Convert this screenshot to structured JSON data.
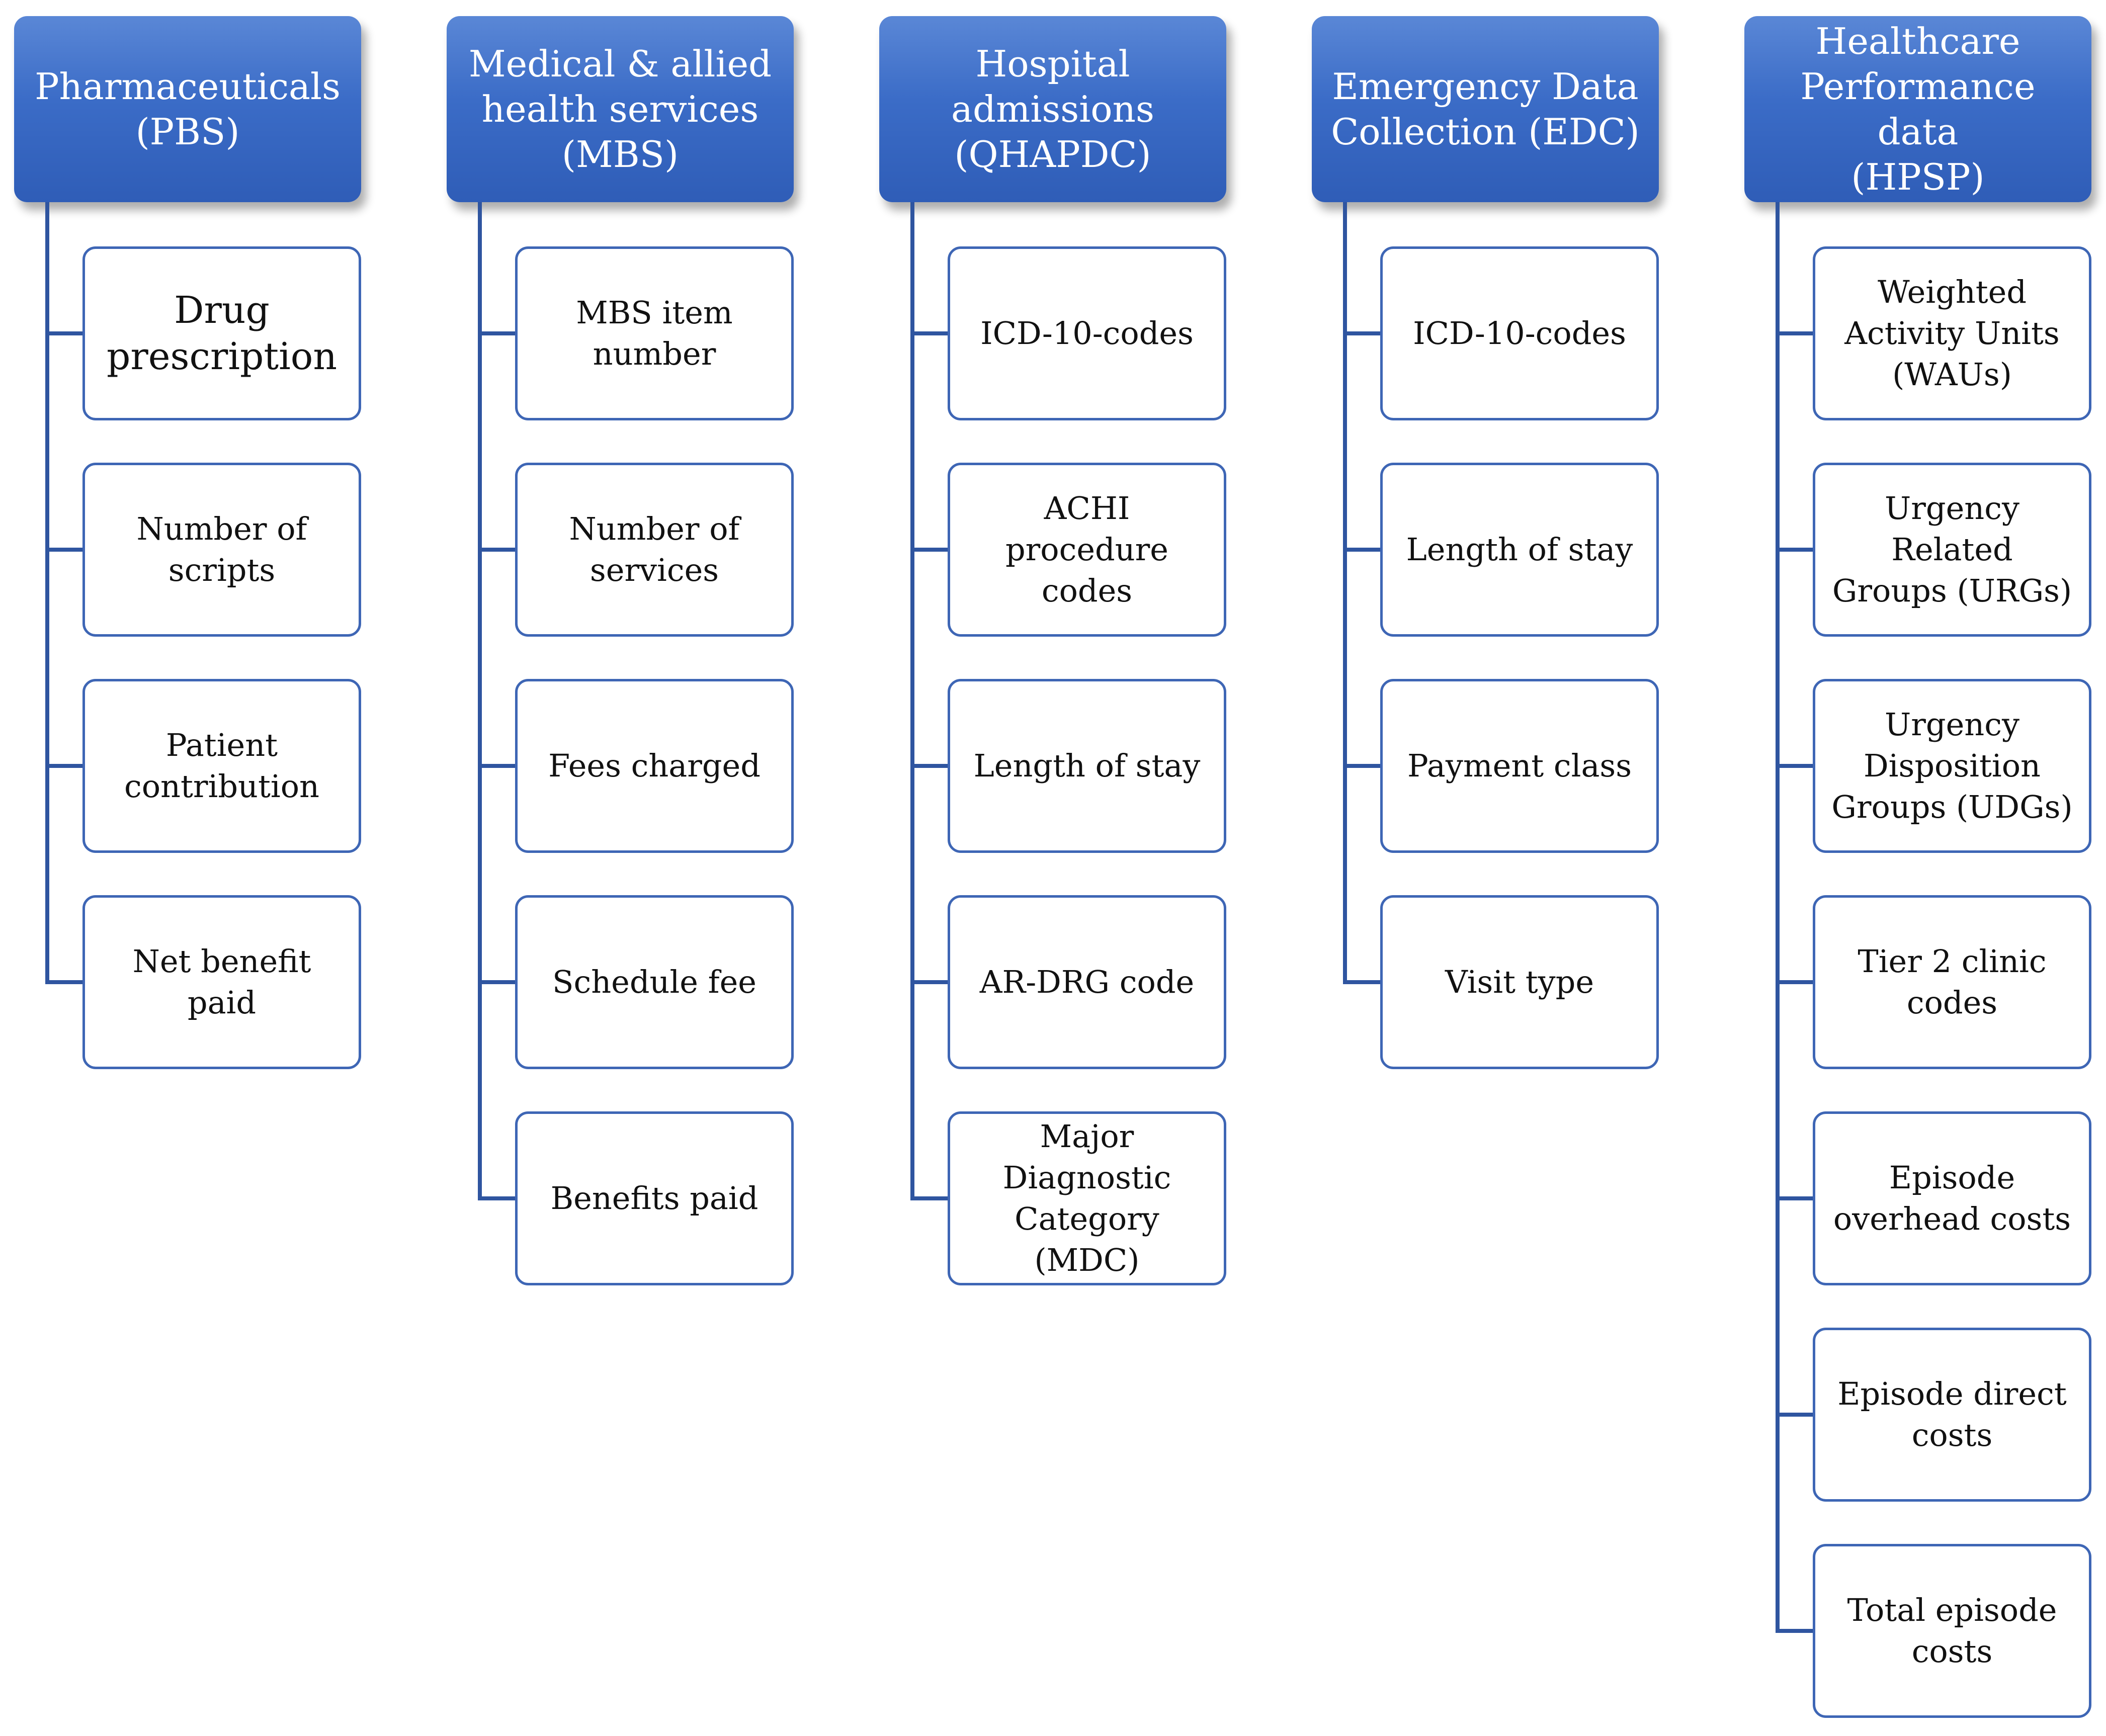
{
  "columns": [
    {
      "header": "Pharmaceuticals\n(PBS)",
      "items": [
        "Drug\nprescription",
        "Number of\nscripts",
        "Patient\ncontribution",
        "Net benefit paid"
      ]
    },
    {
      "header": "Medical & allied\nhealth services\n(MBS)",
      "items": [
        "MBS item\nnumber",
        "Number of\nservices",
        "Fees charged",
        "Schedule fee",
        "Benefits paid"
      ]
    },
    {
      "header": "Hospital\nadmissions\n(QHAPDC)",
      "items": [
        "ICD-10-codes",
        "ACHI procedure\ncodes",
        "Length of stay",
        "AR-DRG code",
        "Major Diagnostic\nCategory (MDC)"
      ]
    },
    {
      "header": "Emergency Data\nCollection (EDC)",
      "items": [
        "ICD-10-codes",
        "Length of stay",
        "Payment class",
        "Visit type"
      ]
    },
    {
      "header": "Healthcare\nPerformance data\n(HPSP)",
      "items": [
        "Weighted\nActivity Units\n(WAUs)",
        "Urgency Related\nGroups (URGs)",
        "Urgency\nDisposition\nGroups (UDGs)",
        "Tier 2 clinic\ncodes",
        "Episode\noverhead costs",
        "Episode direct\ncosts",
        "Total episode\ncosts"
      ]
    }
  ]
}
